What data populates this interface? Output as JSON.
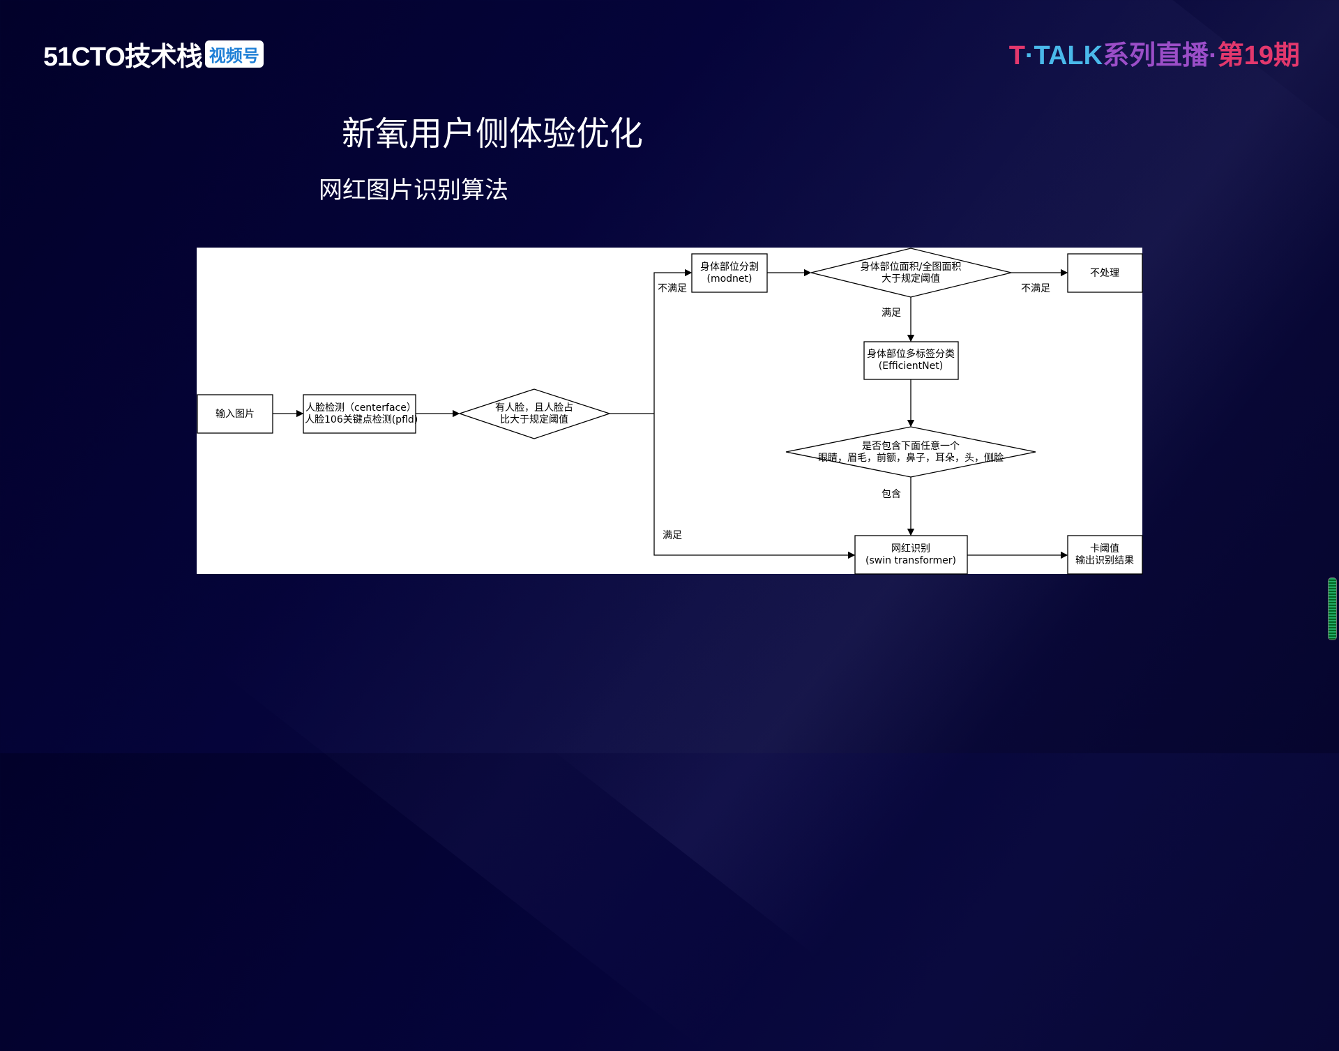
{
  "header": {
    "logo_text": "51CTO技术栈",
    "logo_badge": "视频号",
    "series_t": "T",
    "series_talk": "·TALK",
    "series_name": "系列直播·",
    "series_episode": "第19期"
  },
  "slide": {
    "title": "新氧用户侧体验优化",
    "subtitle": "网红图片识别算法"
  },
  "flowchart": {
    "nodes": {
      "input": "输入图片",
      "face_line1": "人脸检测（centerface）",
      "face_line2": "人脸106关键点检测(pfld)",
      "face_check_line1": "有人脸，且人脸占",
      "face_check_line2": "比大于规定阈值",
      "seg_line1": "身体部位分割",
      "seg_line2": "(modnet)",
      "area_check_line1": "身体部位面积/全图面积",
      "area_check_line2": "大于规定阈值",
      "no_process": "不处理",
      "multilabel_line1": "身体部位多标签分类",
      "multilabel_line2": "(EfficientNet)",
      "part_check_line1": "是否包含下面任意一个",
      "part_check_line2": "眼睛，眉毛，前额，鼻子，耳朵，头，侧脸",
      "swin_line1": "网红识别",
      "swin_line2": "(swin transformer)",
      "output_line1": "卡阈值",
      "output_line2": "输出识别结果"
    },
    "edge_labels": {
      "face_fail": "不满足",
      "face_pass": "满足",
      "area_pass": "满足",
      "area_fail": "不满足",
      "contains": "包含"
    }
  },
  "colors": {
    "background": "#05043a",
    "accent_pink": "#e3386d",
    "accent_cyan": "#4ab9ea",
    "accent_purple": "#9b4ec8"
  }
}
